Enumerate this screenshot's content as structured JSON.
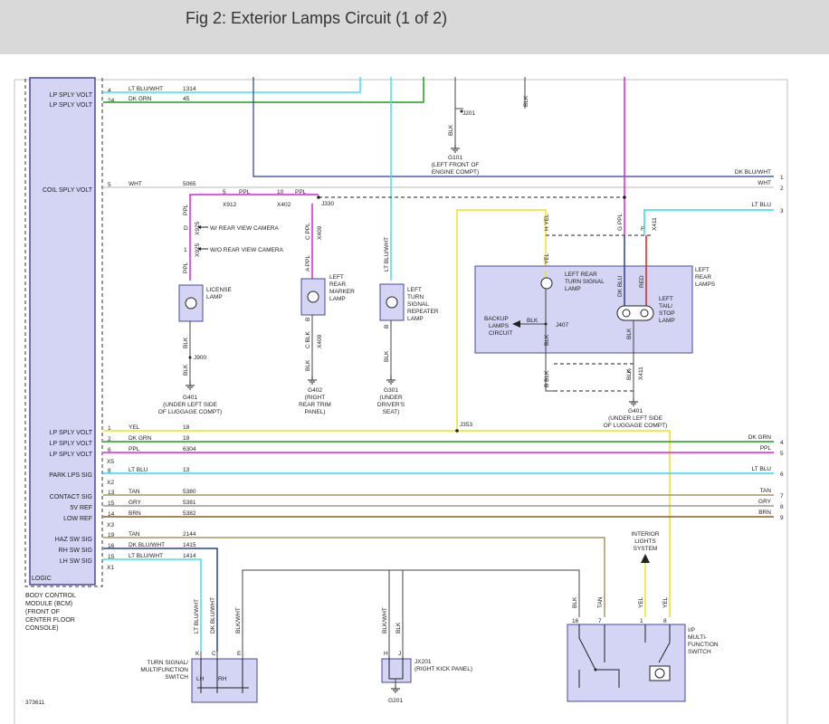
{
  "header": {
    "title": "Fig 2: Exterior Lamps Circuit (1 of 2)"
  },
  "colors": {
    "header_bg": "#d9d9d9",
    "module_fill": "#d4d4f4",
    "module_stroke": "#4a4a9a",
    "lt_blu_wht": "#3fe0f0",
    "dk_grn": "#1aa01a",
    "wht": "#b8b8b8",
    "dk_blu_wht": "#2a3f9c",
    "ppl": "#e020e0",
    "yel": "#f0e020",
    "lt_blu": "#30d8f0",
    "tan": "#a89660",
    "gry": "#9a9a9a",
    "brn": "#8a5a2a",
    "blk": "#444444",
    "red": "#e02020"
  },
  "bcm": {
    "pins": [
      {
        "label": "LP SPLY VOLT",
        "pin": "4",
        "color": "LT BLU/WHT",
        "circuit": "1314"
      },
      {
        "label": "LP SPLY VOLT",
        "pin": "24",
        "color": "DK GRN",
        "circuit": "45"
      },
      {
        "label": "COIL SPLY VOLT",
        "pin": "5",
        "color": "WHT",
        "circuit": "5065"
      },
      {
        "label": "LP SPLY VOLT",
        "pin": "1",
        "color": "YEL",
        "circuit": "18"
      },
      {
        "label": "LP SPLY VOLT",
        "pin": "2",
        "color": "DK GRN",
        "circuit": "19"
      },
      {
        "label": "LP SPLY VOLT",
        "pin": "6",
        "color": "PPL",
        "circuit": "6304"
      },
      {
        "label": "PARK LPS SIG",
        "pin": "8",
        "color": "LT BLU",
        "circuit": "13"
      },
      {
        "label": "CONTACT SIG",
        "pin": "13",
        "color": "TAN",
        "circuit": "5380"
      },
      {
        "label": "5V REF",
        "pin": "15",
        "color": "GRY",
        "circuit": "5381"
      },
      {
        "label": "LOW REF",
        "pin": "14",
        "color": "BRN",
        "circuit": "5382"
      },
      {
        "label": "HAZ SW SIG",
        "pin": "19",
        "color": "TAN",
        "circuit": "2144"
      },
      {
        "label": "RH SW SIG",
        "pin": "16",
        "color": "DK BLU/WHT",
        "circuit": "1415"
      },
      {
        "label": "LH SW SIG",
        "pin": "15",
        "color": "LT BLU/WHT",
        "circuit": "1414"
      }
    ],
    "connectors": [
      "X5",
      "X2",
      "X3",
      "X1"
    ],
    "logic": "LOGIC",
    "caption": [
      "BODY CONTROL",
      "MODULE (BCM)",
      "(FRONT OF",
      "CENTER FLOOR",
      "CONSOLE)"
    ]
  },
  "right_labels": [
    {
      "text": "DK BLU/WHT",
      "num": "1"
    },
    {
      "text": "WHT",
      "num": "2"
    },
    {
      "text": "LT BLU",
      "num": "3"
    },
    {
      "text": "DK GRN",
      "num": "4"
    },
    {
      "text": "PPL",
      "num": "5"
    },
    {
      "text": "LT BLU",
      "num": "6"
    },
    {
      "text": "TAN",
      "num": "7"
    },
    {
      "text": "GRY",
      "num": "8"
    },
    {
      "text": "BRN",
      "num": "9"
    }
  ],
  "wires": {
    "blk": "BLK",
    "ppl": "PPL",
    "yel": "YEL",
    "red": "RED",
    "dk_blu": "DK BLU",
    "lt_blu_wht": "LT BLU/WHT",
    "dk_blu_wht": "DK BLU/WHT",
    "blk_wht": "BLK/WHT",
    "tan": "TAN",
    "g_ppl": "G PPL",
    "h_yel": "H YEL",
    "c_blk": "C BLK",
    "b_blk": "B BLK",
    "a_ppl": "A PPL",
    "c_ppl": "C PPL",
    "b": "B",
    "a": "A"
  },
  "connectors": {
    "x912": "X912",
    "x402": "X402",
    "x925": "X925",
    "x409": "X409",
    "x411": "X411",
    "j330": "J330",
    "j353": "J353",
    "j900": "J900",
    "j407": "J407",
    "j201": "J201",
    "jx201": "JX201",
    "p5": "5",
    "p10": "10",
    "p1": "1",
    "pd": "D",
    "pf": "F",
    "pc": "C",
    "pp1": "1",
    "pp2": "2",
    "p16": "16",
    "p7": "7",
    "p8": "8",
    "pk": "K",
    "pc2": "C",
    "pe": "E",
    "ph": "H",
    "pj": "J"
  },
  "notes": {
    "w_camera": "W/ REAR VIEW CAMERA",
    "wo_camera": "W/O REAR VIEW CAMERA"
  },
  "components": {
    "license_lamp": [
      "LICENSE",
      "LAMP"
    ],
    "marker_lamp": [
      "LEFT",
      "REAR",
      "MARKER",
      "LAMP"
    ],
    "repeater_lamp": [
      "LEFT",
      "TURN",
      "SIGNAL",
      "REPEATER",
      "LAMP"
    ],
    "rear_lamps": [
      "LEFT",
      "REAR",
      "LAMPS"
    ],
    "turn_signal_lamp": [
      "LEFT REAR",
      "TURN SIGNAL",
      "LAMP"
    ],
    "tail_stop_lamp": [
      "LEFT",
      "TAIL/",
      "STOP",
      "LAMP"
    ],
    "backup": [
      "BACKUP",
      "LAMPS",
      "CIRCUIT"
    ],
    "turn_switch": [
      "TURN SIGNAL/",
      "MULTIFUNCTION",
      "SWITCH"
    ],
    "lh": "LH",
    "rh": "RH",
    "jx201_caption": "(RIGHT KICK PANEL)",
    "interior": [
      "INTERIOR",
      "LIGHTS",
      "SYSTEM"
    ],
    "ip_switch": [
      "I/P",
      "MULTI-",
      "FUNCTION",
      "SWITCH"
    ]
  },
  "grounds": {
    "g101": [
      "G101",
      "(LEFT FRONT OF",
      "ENGINE COMPT)"
    ],
    "g401a": [
      "G401",
      "(UNDER LEFT SIDE",
      "OF LUGGAGE COMPT)"
    ],
    "g402": [
      "G402",
      "(RIGHT",
      "REAR TRIM",
      "PANEL)"
    ],
    "g301": [
      "G301",
      "(UNDER",
      "DRIVER'S",
      "SEAT)"
    ],
    "g401b": [
      "G401",
      "(UNDER LEFT SIDE",
      "OF LUGGAGE COMPT)"
    ],
    "g201": "G201"
  },
  "figure_id": "373611"
}
